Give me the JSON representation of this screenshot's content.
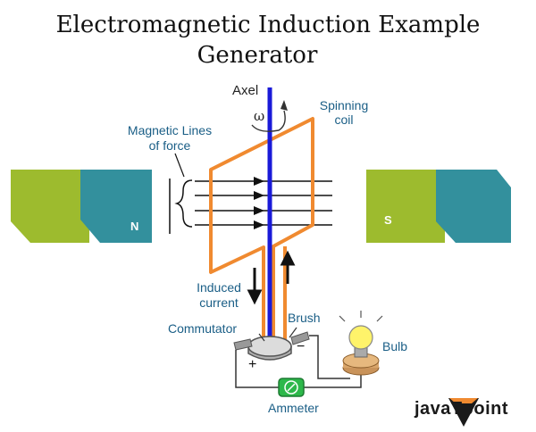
{
  "title": {
    "line1": "Electromagnetic Induction Example",
    "line2": "Generator"
  },
  "labels": {
    "axel": "Axel",
    "omega": "ω",
    "spinning_coil_1": "Spinning",
    "spinning_coil_2": "coil",
    "magnetic_lines_1": "Magnetic Lines",
    "magnetic_lines_2": "of force",
    "north": "N",
    "south": "S",
    "induced_1": "Induced",
    "induced_2": "current",
    "commutator": "Commutator",
    "brush": "Brush",
    "bulb": "Bulb",
    "plus": "+",
    "minus": "−",
    "ammeter": "Ammeter",
    "logo": "javaTpoint"
  },
  "colors": {
    "magnet_green": "#9dbb2e",
    "magnet_teal": "#33909d",
    "coil": "#f08a30",
    "axle": "#1a1ad8",
    "label": "#1a5e86",
    "ammeter": "#2db84a"
  }
}
